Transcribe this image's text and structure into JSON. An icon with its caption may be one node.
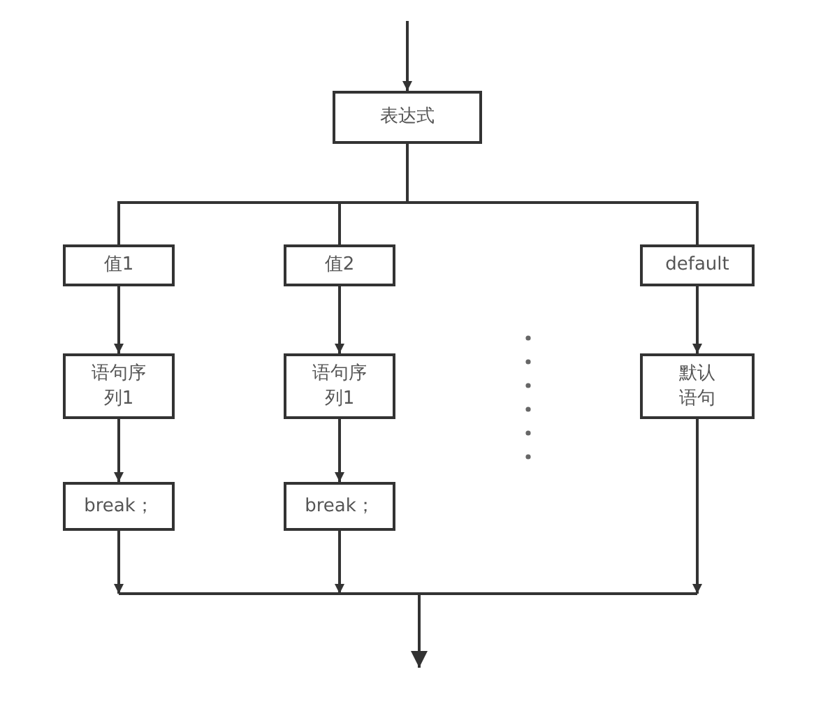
{
  "diagram": {
    "nodes": [
      {
        "text": [
          "表达式"
        ]
      },
      {
        "text": [
          "值1"
        ]
      },
      {
        "text": [
          "值2"
        ]
      },
      {
        "text": [
          "default"
        ]
      },
      {
        "text": [
          "语句序列1"
        ]
      },
      {
        "text": [
          "语句序列1"
        ]
      },
      {
        "text": [
          "默认语句"
        ]
      },
      {
        "text": [
          "break；"
        ]
      },
      {
        "text": [
          "break；"
        ]
      }
    ],
    "edges": [
      {
        "from": null,
        "to": 0,
        "arrow": "to"
      },
      {
        "from": 0,
        "to": 1,
        "arrow": "none"
      },
      {
        "from": 0,
        "to": 2,
        "arrow": "none"
      },
      {
        "from": 0,
        "to": 3,
        "arrow": "none"
      },
      {
        "from": 1,
        "to": 4,
        "arrow": "to"
      },
      {
        "from": 2,
        "to": 5,
        "arrow": "to"
      },
      {
        "from": 3,
        "to": 6,
        "arrow": "to"
      },
      {
        "from": 4,
        "to": 7,
        "arrow": "to"
      },
      {
        "from": 5,
        "to": 8,
        "arrow": "to"
      },
      {
        "from": 7,
        "to": null,
        "arrow": "to"
      },
      {
        "from": 8,
        "to": null,
        "arrow": "to"
      },
      {
        "from": 6,
        "to": null,
        "arrow": "to"
      }
    ]
  }
}
